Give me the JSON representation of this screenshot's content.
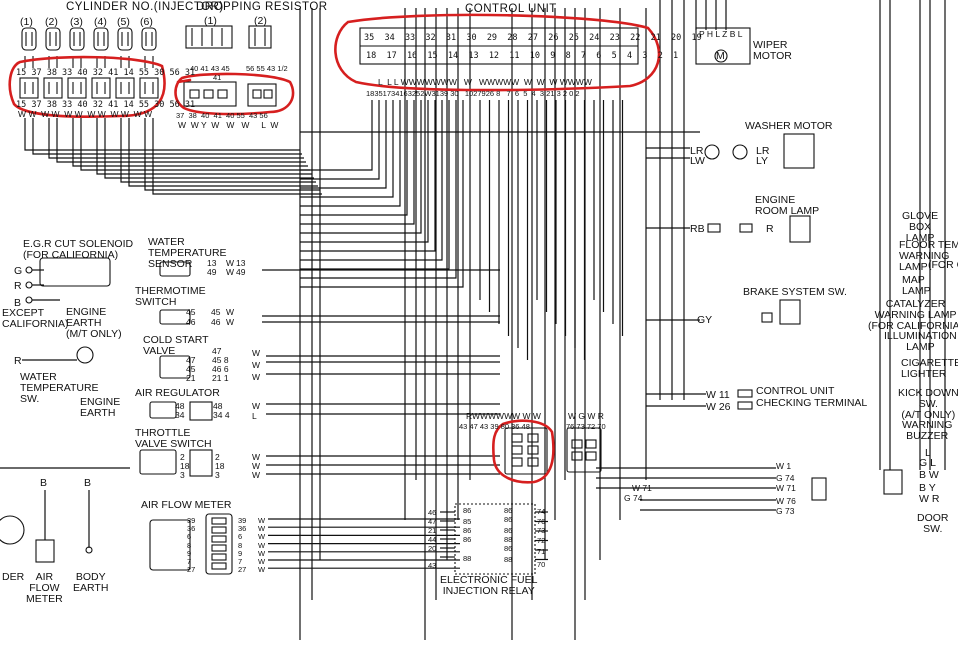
{
  "headers": {
    "cylinder_no_injector": "CYLINDER NO.(INJECTOR)",
    "dropping_resistor": "DROPPING RESISTOR",
    "control_unit": "CONTROL UNIT"
  },
  "cylinder_numbers": [
    "(1)",
    "(2)",
    "(3)",
    "(4)",
    "(5)",
    "(6)"
  ],
  "injector_pins_top": [
    "15",
    "37",
    "38",
    "33",
    "40",
    "32",
    "41",
    "14",
    "55",
    "30",
    "56",
    "31"
  ],
  "injector_pins_bottom": [
    "15",
    "37",
    "38",
    "33",
    "40",
    "32",
    "41",
    "14",
    "55",
    "30",
    "56",
    "31"
  ],
  "injector_wire_colors": "W W  W W  W W  W W  W W  W W",
  "resistor_numbers": [
    "(1)",
    "(2)"
  ],
  "resistor_pins_top": "40 41 43 45",
  "resistor_pin_41": "41",
  "resistor2_pins_top": "56 55 43 1/2",
  "resistor_pins_bottom": "37  38  40  41  40 55  43 56",
  "resistor_wire_colors": "W  W Y  W   W   W     L  W",
  "control_unit_top_row": [
    "35",
    "34",
    "33",
    "32",
    "31",
    "30",
    "29",
    "28",
    "27",
    "26",
    "25",
    "24",
    "23",
    "22",
    "21",
    "20",
    "19"
  ],
  "control_unit_bottom_row": [
    "18",
    "17",
    "16",
    "15",
    "14",
    "13",
    "12",
    "11",
    "10",
    "9",
    "8",
    "7",
    "6",
    "5",
    "4",
    "3",
    "2",
    "1"
  ],
  "control_unit_wire_colors": "L  L L WWWWWWW   W   WWWWW  W  W  W WWWW",
  "control_unit_wire_numbers": "18351734163252W3139 30   1027926 8   7  6  5  4  3 21 3 2 0 2",
  "wiper_motor": {
    "label": "WIPER\nMOTOR",
    "terminals": "P H L Z B L",
    "symbol": "M"
  },
  "washer_motor": {
    "label": "WASHER MOTOR",
    "wires": [
      "LR",
      "LW"
    ],
    "wires_right": [
      "LR",
      "LY"
    ]
  },
  "engine_room_lamp": {
    "label": "ENGINE\nROOM LAMP",
    "wire": "RB",
    "wire_right": "R"
  },
  "brake_system_sw": {
    "label": "BRAKE SYSTEM SW.",
    "wire": "GY"
  },
  "control_unit_checking": {
    "line1": "W 11",
    "line2": "W 26",
    "label1": "CONTROL UNIT",
    "label2": "CHECKING TERMINAL"
  },
  "egr_cut_solenoid": {
    "label": "E.G.R CUT SOLENOID\n(FOR CALIFORNIA)",
    "wire1": "G",
    "wire2": "R",
    "wire3": "B"
  },
  "except_california": "EXCEPT\nCALIFORNIA)",
  "engine_earth_mt": "ENGINE\nEARTH\n(M/T ONLY)",
  "water_temp_sw": {
    "label": "WATER\nTEMPERATURE\nSW.",
    "wire": "R"
  },
  "engine_earth": "ENGINE\nEARTH",
  "water_temperature_sensor": {
    "label": "WATER\nTEMPERATURE\nSENSOR",
    "pins": [
      "13",
      "49"
    ],
    "pins2": [
      "13",
      "49"
    ],
    "wires": [
      "W",
      "W"
    ]
  },
  "thermotime_switch": {
    "label": "THERMOTIME\nSWITCH",
    "pins": [
      "45",
      "46"
    ],
    "pins2": [
      "45",
      "46"
    ],
    "wires": [
      "W",
      "W"
    ]
  },
  "cold_start_valve": {
    "label": "COLD START\nVALVE",
    "pins": [
      "47",
      "45",
      "21"
    ],
    "pins2": [
      "47",
      "45 8",
      "46 6",
      "21 1"
    ],
    "wires": [
      "W",
      "W",
      "W"
    ]
  },
  "air_regulator": {
    "label": "AIR REGULATOR",
    "pins": [
      "48",
      "34"
    ],
    "pins2": [
      "48",
      "34 4"
    ],
    "wires": [
      "W",
      "L"
    ]
  },
  "throttle_valve_switch": {
    "label": "THROTTLE\nVALVE SWITCH",
    "pins": [
      "2",
      "18",
      "3"
    ],
    "pins2": [
      "2",
      "18",
      "3"
    ],
    "wires": [
      "W",
      "W",
      "W"
    ]
  },
  "air_flow_meter": {
    "label": "AIR FLOW METER",
    "pins": [
      "39",
      "36",
      "6",
      "8",
      "9",
      "7",
      "27"
    ],
    "pins2": [
      "39",
      "36",
      "6",
      "8",
      "9",
      "7",
      "27"
    ],
    "wires": [
      "W",
      "W",
      "W",
      "W",
      "W",
      "W",
      "W"
    ]
  },
  "bottom_left": {
    "der": "DER",
    "air_flow_meter": "AIR\nFLOW\nMETER",
    "body_earth": "BODY\nEARTH",
    "b1": "B",
    "b2": "B"
  },
  "relay_connector": {
    "wire_colors": "RWWWWWW W W",
    "pins": "43 47 43 39 80 36 48"
  },
  "relay_connector2": {
    "wire_colors": "W G W R",
    "pins": "76 73 72 70"
  },
  "efi_relay": {
    "label": "ELECTRONIC FUEL\nINJECTION RELAY",
    "left_pins": [
      "46",
      "47",
      "21",
      "44",
      "20",
      "43"
    ],
    "inner_left": [
      "86",
      "85",
      "86",
      "86",
      "88"
    ],
    "inner_right": [
      "86",
      "86",
      "86",
      "88",
      "86",
      "88"
    ],
    "right_pins": [
      "74",
      "76",
      "73",
      "72",
      "71",
      "70"
    ]
  },
  "right_wires": {
    "w1": "W 1",
    "g74": "G 74",
    "w71": "W 71",
    "w71b": "W 71",
    "g74b": "G 74",
    "w76": "W 76",
    "g73": "G 73"
  },
  "right_column": {
    "glove_box_lamp": "GLOVE\nBOX\nLAMP",
    "floor_temp": "FLOOR TEMP.\nWARNING\nLAMP",
    "for_c": "(FOR C",
    "map_lamp": "MAP\nLAMP",
    "catalyzer": "CATALYZER\nWARNING LAMP\n(FOR CALIFORNIA)",
    "illumination": "ILLUMINATION\nLAMP",
    "cigarette": "CIGARETTE\nLIGHTER",
    "kickdown": "KICK DOWN\nSW.\n(A/T ONLY)",
    "warning_buzzer": "WARNING\nBUZZER",
    "door_sw": "DOOR\nSW.",
    "door_wires": [
      "L",
      "G L",
      "B W",
      "B Y",
      "W R"
    ]
  }
}
